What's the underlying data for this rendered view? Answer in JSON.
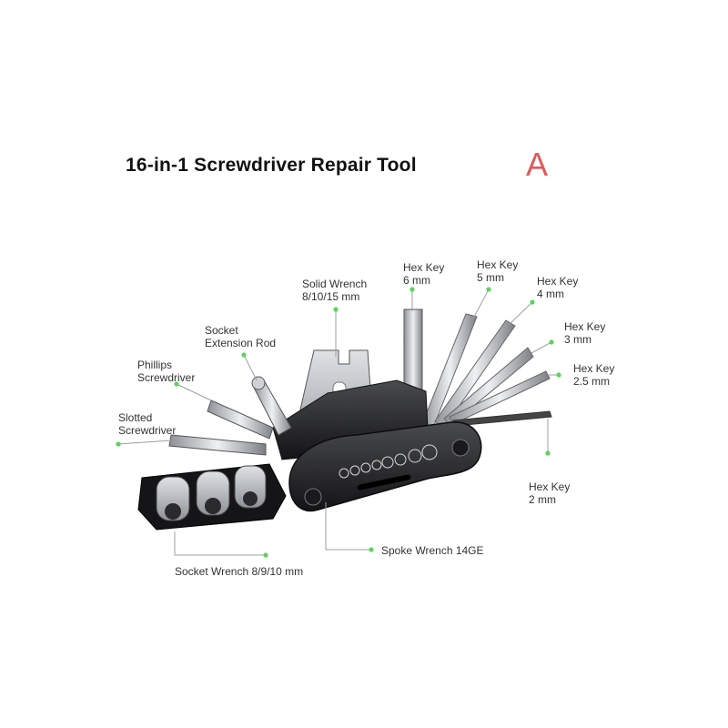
{
  "title": "16-in-1 Screwdriver Repair Tool",
  "badge": "A",
  "colors": {
    "leader": "#9aa0a6",
    "dot": "#5dd35d",
    "badge": "#e05a5a",
    "body": "#2a2a2c",
    "steel": "#c9ccd0"
  },
  "labels": {
    "solid_wrench": "Solid Wrench\n8/10/15 mm",
    "hex6": "Hex Key\n6 mm",
    "hex5": "Hex Key\n5 mm",
    "hex4": "Hex Key\n4 mm",
    "hex3": "Hex Key\n3 mm",
    "hex25": "Hex Key\n2.5 mm",
    "hex2": "Hex Key\n2 mm",
    "socket_ext": "Socket\nExtension Rod",
    "phillips": "Phillips\nScrewdriver",
    "slotted": "Slotted\nScrewdriver",
    "spoke": "Spoke Wrench 14GE",
    "socket_wrench": "Socket Wrench 8/9/10 mm"
  }
}
